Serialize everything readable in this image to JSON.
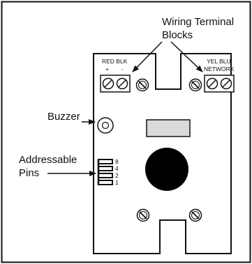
{
  "labels": {
    "wiring_terminal_line1": "Wiring Terminal",
    "wiring_terminal_line2": "Blocks",
    "buzzer": "Buzzer",
    "addressable_line1": "Addressable",
    "addressable_line2": "Pins",
    "left_terminal_colors": "RED BLK",
    "left_terminal_polarity_plus": "+",
    "left_terminal_polarity_minus": "-",
    "right_terminal_colors": "YEL BLU",
    "right_terminal_network": "NETWORK"
  },
  "pins": [
    "8",
    "4",
    "2",
    "1"
  ],
  "colors": {
    "line": "#111111",
    "board_fill": "#ffffff",
    "rectangle_fill": "#d9d9d9",
    "circle_fill": "#000000"
  }
}
